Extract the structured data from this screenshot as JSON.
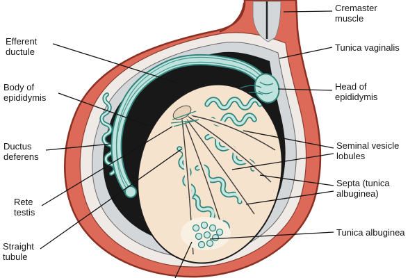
{
  "diagram": {
    "labels": {
      "left": [
        {
          "id": "efferent-ductule",
          "text": "Efferent ductule"
        },
        {
          "id": "body-of-epididymis",
          "text": "Body of epididymis"
        },
        {
          "id": "ductus-deferens",
          "text": "Ductus deferens"
        },
        {
          "id": "rete-testis",
          "text": "Rete testis"
        },
        {
          "id": "straight-tubule",
          "text": "Straight tubule"
        }
      ],
      "right": [
        {
          "id": "cremaster-muscle",
          "text": "Cremaster muscle"
        },
        {
          "id": "tunica-vaginalis",
          "text": "Tunica vaginalis"
        },
        {
          "id": "head-of-epididymis",
          "text": "Head of epididymis"
        },
        {
          "id": "seminal-vesicle-lobules",
          "text": "Seminal vesicle lobules"
        },
        {
          "id": "septa-tunica-albuginea",
          "text": "Septa (tunica albuginea)"
        },
        {
          "id": "tunica-albuginea",
          "text": "Tunica albuginea"
        }
      ]
    },
    "colors": {
      "muscle_red": "#dd6a58",
      "muscle_outline": "#8a2f22",
      "fascia_white": "#efeae6",
      "fascia_gray": "#d4d7da",
      "cavity_black": "#181818",
      "tubule_teal_light": "#bfe4df",
      "tubule_teal_dark": "#2e837b",
      "testis_cream": "#f5e3cd",
      "leader_line": "#141414",
      "background": "#ffffff"
    }
  }
}
